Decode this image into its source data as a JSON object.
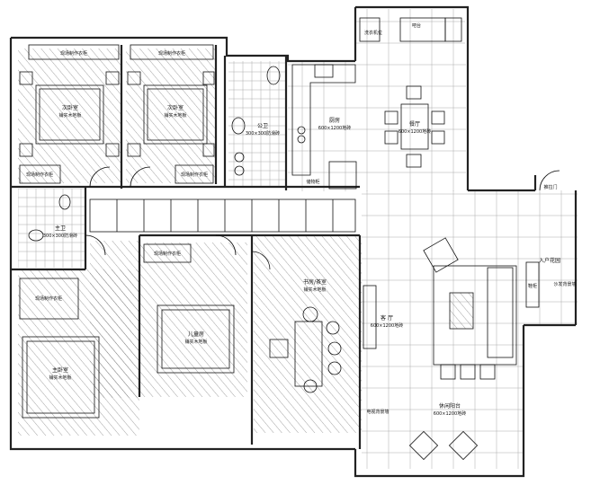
{
  "rooms": {
    "bedroom_a": {
      "name": "次卧室",
      "floor": "铺实木地板"
    },
    "bedroom_b": {
      "name": "次卧室",
      "floor": "铺实木地板"
    },
    "master": {
      "name": "主卧室",
      "floor": "铺实木地板"
    },
    "kids": {
      "name": "儿童房",
      "floor": "铺实木地板"
    },
    "study": {
      "name": "书房/茶室",
      "floor": "铺实木地板"
    },
    "kitchen": {
      "name": "厨房",
      "floor": "600×1200地砖"
    },
    "dining": {
      "name": "餐厅",
      "floor": "600×1200地砖"
    },
    "living": {
      "name": "客 厅",
      "floor": "600×1200地砖"
    },
    "balcony": {
      "name": "休闲阳台",
      "floor": "600×1200地砖"
    },
    "bath_main": {
      "name": "公卫",
      "floor": "300×300防滑砖"
    },
    "bath_master": {
      "name": "主卫",
      "floor": "300×300防滑砖"
    },
    "entrance": {
      "name": "入户花园"
    }
  },
  "labels": {
    "wardrobe_custom": "现场制作衣柜",
    "wardrobe_short": "现场制作衣柜",
    "shoe_cabinet": "鞋柜",
    "tv_wall": "电视背景墙",
    "sofa_wall": "沙发背景墙",
    "sliding_door": "推拉门",
    "storage": "储物柜",
    "washer": "洗衣机位",
    "bar": "吧台"
  },
  "colors": {
    "line": "#111111",
    "hatch": "#555555",
    "wall": "#222222"
  }
}
